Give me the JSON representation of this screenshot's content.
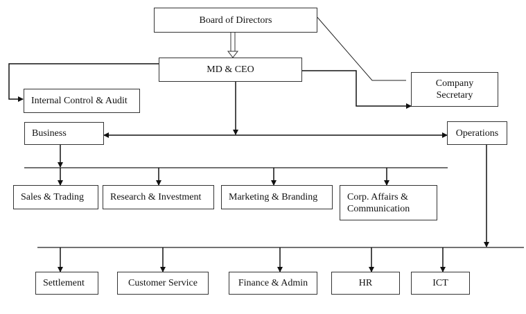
{
  "diagram": {
    "type": "org-chart",
    "nodes": {
      "board": "Board of Directors",
      "ceo": "MD & CEO",
      "audit": "Internal Control & Audit",
      "secretary": "Company\nSecretary",
      "business": "Business",
      "operations": "Operations",
      "sales": "Sales & Trading",
      "research": "Research & Investment",
      "marketing": "Marketing & Branding",
      "corp_affairs": "Corp. Affairs &\nCommunication",
      "settlement": "Settlement",
      "customer_service": "Customer Service",
      "finance": "Finance & Admin",
      "hr": "HR",
      "ict": "ICT"
    },
    "edges": [
      {
        "from": "Board of Directors",
        "to": "MD & CEO",
        "style": "hollow-arrow"
      },
      {
        "from": "Board of Directors",
        "to": "Company Secretary",
        "style": "line"
      },
      {
        "from": "MD & CEO",
        "to": "Internal Control & Audit",
        "style": "arrow"
      },
      {
        "from": "MD & CEO",
        "to": "Company Secretary",
        "style": "arrow"
      },
      {
        "from": "MD & CEO",
        "to": "Business",
        "style": "arrow"
      },
      {
        "from": "MD & CEO",
        "to": "Operations",
        "style": "arrow"
      },
      {
        "from": "Business",
        "to": "Sales & Trading",
        "style": "arrow"
      },
      {
        "from": "Business",
        "to": "Research & Investment",
        "style": "arrow"
      },
      {
        "from": "Business",
        "to": "Marketing & Branding",
        "style": "arrow"
      },
      {
        "from": "Business",
        "to": "Corp. Affairs & Communication",
        "style": "arrow"
      },
      {
        "from": "Operations",
        "to": "Settlement",
        "style": "arrow"
      },
      {
        "from": "Operations",
        "to": "Customer Service",
        "style": "arrow"
      },
      {
        "from": "Operations",
        "to": "Finance & Admin",
        "style": "arrow"
      },
      {
        "from": "Operations",
        "to": "HR",
        "style": "arrow"
      },
      {
        "from": "Operations",
        "to": "ICT",
        "style": "arrow"
      }
    ]
  },
  "colors": {
    "line": "#111111",
    "border": "#333333",
    "background": "#ffffff"
  }
}
